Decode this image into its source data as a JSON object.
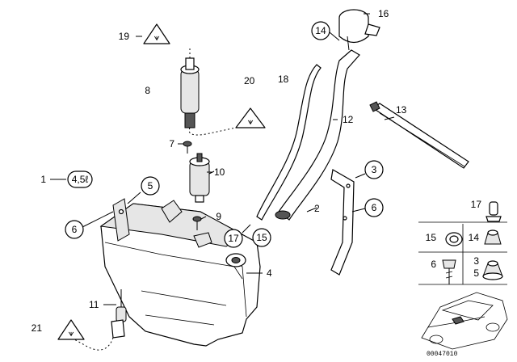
{
  "labels": {
    "l1": "1",
    "l2": "2",
    "l3": "3",
    "l4": "4",
    "l5": "5",
    "l6": "6",
    "l7": "7",
    "l8": "8",
    "l9": "9",
    "l10": "10",
    "l11": "11",
    "l12": "12",
    "l13": "13",
    "l14": "14",
    "l15": "15",
    "l16": "16",
    "l17": "17",
    "l18": "18",
    "l19": "19",
    "l20": "20",
    "l21": "21"
  },
  "capacity_badge": "4,5ℓ",
  "legend": {
    "l17": "17",
    "l15": "15",
    "l14": "14",
    "l6": "6",
    "l3": "3",
    "l5": "5"
  },
  "reference_code": "00047010"
}
